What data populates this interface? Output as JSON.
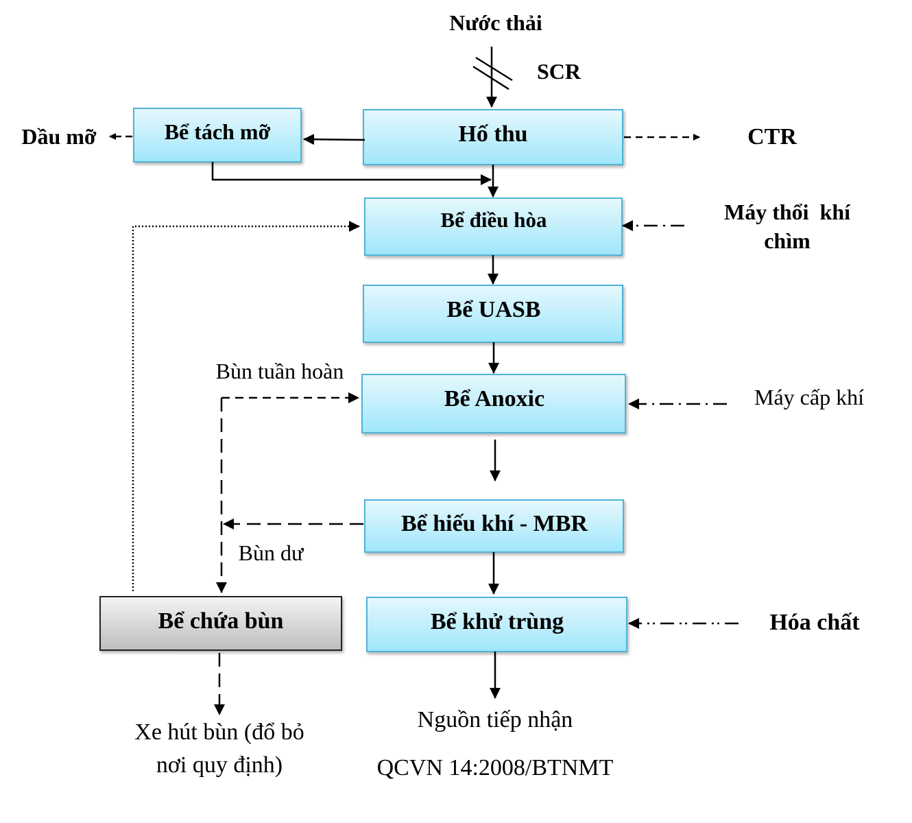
{
  "title": "Nước thải",
  "screen_label": "SCR",
  "boxes": {
    "ho_thu": "Hố thu",
    "be_tach_mo": "Bể tách mỡ",
    "be_dieu_hoa": "Bể điều hòa",
    "be_uasb": "Bể UASB",
    "be_anoxic": "Bể Anoxic",
    "be_hieu_khi": "Bể hiếu khí - MBR",
    "be_khu_trung": "Bể khử trùng",
    "be_chua_bun": "Bể chứa bùn"
  },
  "labels": {
    "dau_mo": "Dầu mỡ",
    "ctr": "CTR",
    "may_thoi_khi_1": "Máy thổi  khí",
    "may_thoi_khi_2": "chìm",
    "bun_tuan_hoan": "Bùn tuần hoàn",
    "may_cap_khi": "Máy cấp khí",
    "bun_du": "Bùn dư",
    "hoa_chat": "Hóa chất",
    "xe_hut_bun_1": "Xe hút bùn (đổ bỏ",
    "xe_hut_bun_2": "nơi quy định)",
    "nguon_tiep_nhan": "Nguồn tiếp nhận",
    "qcvn": "QCVN 14:2008/BTNMT"
  },
  "colors": {
    "box_top": "#e6f8fd",
    "box_bottom": "#9fe6fb",
    "box_border": "#4fb3d9",
    "sludge_top": "#f4f4f4",
    "sludge_bottom": "#bdbdbd"
  }
}
